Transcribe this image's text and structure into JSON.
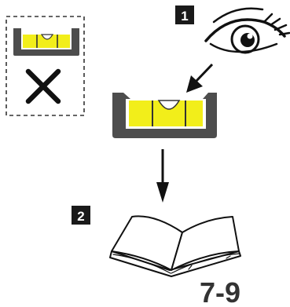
{
  "steps": [
    {
      "number": "1",
      "icon": "eye-icon"
    },
    {
      "number": "2",
      "icon": "open-book-icon"
    }
  ],
  "page_reference": "7-9",
  "wrong_example": {
    "icon": "spirit-level-icon",
    "mark": "cross-icon"
  },
  "colors": {
    "level_body": "#4d4d4d",
    "bubble_vial": "#f2ee1a",
    "badge_background": "#1a1a1a",
    "text": "#333333"
  }
}
